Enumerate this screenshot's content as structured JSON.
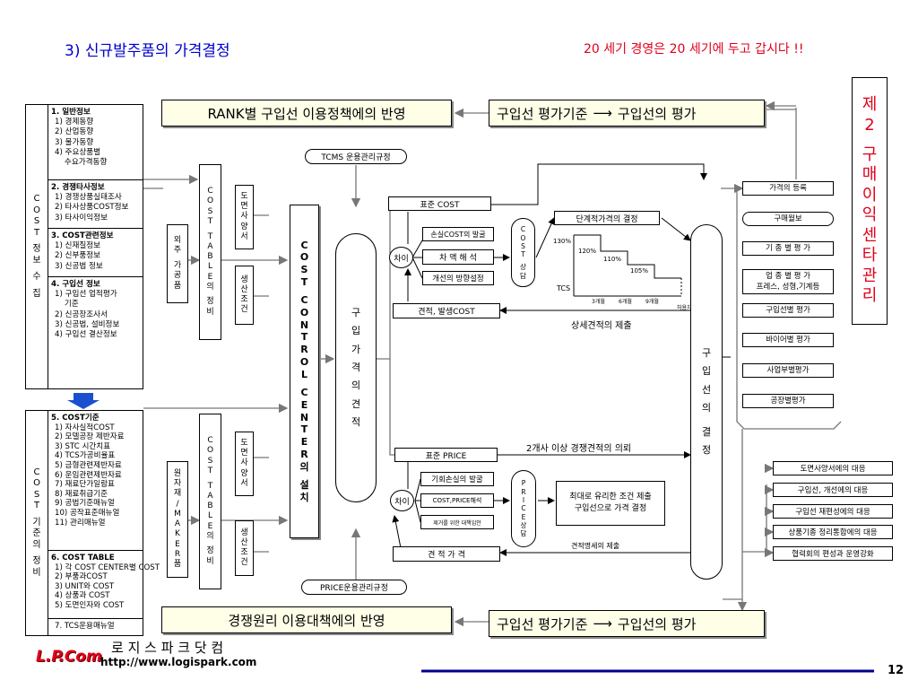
{
  "header": {
    "title": "3)  신규발주품의 가격결정",
    "slogan": "20 세기 경영은 20 세기에 두고 갑시다 !!"
  },
  "top_row": {
    "rank_policy": "RANK별 구입선 이용정책에의 반영",
    "criteria": "구입선 평가기준",
    "evaluation": "구입선의 평가"
  },
  "bottom_row": {
    "competition_policy": "경쟁원리 이용대책에의 반영",
    "criteria": "구입선 평가기준",
    "evaluation": "구입선의 평가"
  },
  "cost_info": {
    "side_label": [
      "C",
      "O",
      "S",
      "T",
      "",
      "정",
      "보",
      "",
      "수",
      "",
      "집"
    ],
    "sections": [
      {
        "title": "1. 일반정보",
        "items": [
          "1) 경제동향",
          "2) 산업동향",
          "3) 물가동향",
          "4) 주요상품별",
          "    수요가격동향"
        ]
      },
      {
        "title": "2. 경쟁타사정보",
        "items": [
          "1) 경쟁상품실태조사",
          "2) 타사상품COST정보",
          "3) 타사이익정보"
        ]
      },
      {
        "title": "3. COST관련정보",
        "items": [
          "1) 신재질정보",
          "2) 신부품정보",
          "3) 신공법 정보"
        ]
      },
      {
        "title": "4. 구입선 정보",
        "items": [
          "1) 구입선 업적평가",
          "    기준",
          "2) 신공장조사서",
          "3) 신공법, 설비정보",
          "4) 구입선 결산정보"
        ]
      }
    ]
  },
  "cost_standard": {
    "side_label": [
      "C",
      "O",
      "S",
      "T",
      "",
      "기",
      "준",
      "의",
      "",
      "정",
      "비"
    ],
    "sections": [
      {
        "title": "5. COST기준",
        "items": [
          "1) 자사실적COST",
          "2) 모델공장 제반자료",
          "3) STC 시간치표",
          "4) TCS가공비율표",
          "5) 금형관련제반자료",
          "6) 운임관련제반자료",
          "7) 재료단가일람표",
          "8) 재료취급기준",
          "9) 공법기준매뉴얼",
          "10) 공작표준매뉴얼",
          "11) 관리매뉴얼"
        ]
      },
      {
        "title": "6. COST TABLE",
        "items": [
          "1) 각 COST CENTER별 COST",
          "2) 부품과COST",
          "3) UNIT와 COST",
          "4) 상품과 COST",
          "5) 도면인자와 COST"
        ]
      },
      {
        "title": "",
        "items": [
          "7. TCS운용매뉴얼"
        ]
      }
    ]
  },
  "upper_left": {
    "outsourced": [
      "외",
      "주",
      "",
      "가",
      "공",
      "품"
    ],
    "cost_table": [
      "C",
      "O",
      "S",
      "T",
      "",
      "T",
      "A",
      "B",
      "L",
      "E",
      "의",
      "",
      "정",
      "비"
    ],
    "drawing_spec": [
      "도",
      "면",
      "사",
      "양",
      "서"
    ],
    "production_cond": [
      "생",
      "산",
      "조",
      "건"
    ]
  },
  "lower_left": {
    "raw_material": [
      "원",
      "자",
      "재",
      "/",
      "M",
      "A",
      "K",
      "E",
      "R",
      "품"
    ],
    "cost_table": [
      "C",
      "O",
      "S",
      "T",
      "",
      "T",
      "A",
      "B",
      "L",
      "E",
      "의",
      "",
      "정",
      "비"
    ],
    "drawing_spec": [
      "도",
      "면",
      "사",
      "양",
      "서"
    ],
    "production_cond": [
      "생",
      "산",
      "조",
      "건"
    ]
  },
  "cost_control": {
    "label": [
      "C",
      "O",
      "S",
      "T",
      "",
      "C",
      "O",
      "N",
      "T",
      "R",
      "O",
      "L",
      "",
      "C",
      "E",
      "N",
      "T",
      "E",
      "R",
      "의",
      "",
      "설",
      "치"
    ]
  },
  "price_decision": {
    "label": [
      "구",
      "",
      "입",
      "",
      "가",
      "",
      "격",
      "",
      "의",
      "",
      "견",
      "",
      "적"
    ]
  },
  "supplier_decision": {
    "label": [
      "구",
      "",
      "입",
      "",
      "선",
      "",
      "의",
      "",
      "",
      "결",
      "",
      "정"
    ]
  },
  "tcms": "TCMS 운용관리규정",
  "price_rule": "PRICE운용관리규정",
  "upper_flow": {
    "std_cost": "표준 COST",
    "diff": "차이",
    "loss_discovery": "손실COST의 발굴",
    "diff_analysis": "차 액 해 석",
    "improvement": "개선의 방향설정",
    "cost_reduction": [
      "C",
      "O",
      "S",
      "T",
      "",
      "상",
      "담"
    ],
    "staged_price": "단계적가격의 결정",
    "estimate_cost": "견적, 발생COST",
    "detail_submit": "상세견적의 제출"
  },
  "staircase": {
    "labels": [
      "130%",
      "120%",
      "110%",
      "105%"
    ],
    "tcs": "TCS",
    "months": [
      "3개월",
      "6개월",
      "9개월"
    ],
    "allow": "허용치"
  },
  "lower_flow": {
    "std_price": "표준 PRICE",
    "competition": "2개사 이상 경쟁견적의 의뢰",
    "diff": "차이",
    "chance_discovery": "기회손실의 발굴",
    "cost_price": "COST,PRICE해석",
    "improve_measure": "제거를 위한 대책입안",
    "price_nego": [
      "P",
      "R",
      "I",
      "C",
      "E",
      "상",
      "담"
    ],
    "best_condition_1": "최대로 유리한 조건 제출",
    "best_condition_2": "구입선으로 가격  결정",
    "estimate_price": "견  적  가  격",
    "estimate_submit": "견적명세의 제출"
  },
  "right_panel": {
    "title": [
      "제",
      "2",
      "",
      "구",
      "매",
      "이",
      "익",
      "센",
      "타",
      "관",
      "리"
    ],
    "items": [
      "가격의 등록",
      "구매월보",
      "기 종 별 평 가",
      "업 종 별 평 가\n프레스, 성형,기계등",
      "구입선별 평가",
      "바이어별 평가",
      "사업부별평가",
      "공장별평가"
    ]
  },
  "right_bottom": {
    "items": [
      "도면사양서에의 대응",
      "구입선, 개선에의 대응",
      "구입선 재편성에의 대응",
      "상품기종 정리통합에의 대응",
      "협력회의 편성과 운영강화"
    ]
  },
  "footer": {
    "logo": "L.P.Com",
    "company": "로 지 스 파 크 닷 컴",
    "url": "http://www.logispark.com",
    "page": "12"
  },
  "colors": {
    "accent_red": "#e0001a",
    "title_blue": "#0000cc",
    "arrow_blue": "#1a4fd0",
    "line_gray": "#7f7f7f",
    "navy": "#00008b"
  }
}
